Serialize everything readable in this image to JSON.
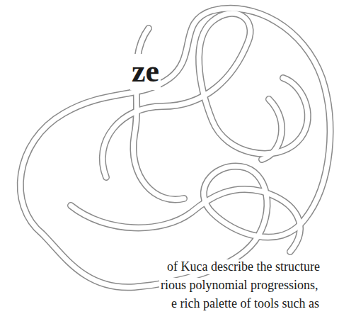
{
  "diagram": {
    "labels": [
      "ze",
      "of Kuca describe the structure",
      "rious polynomial progressions,",
      "e rich palette of tools such as"
    ]
  }
}
